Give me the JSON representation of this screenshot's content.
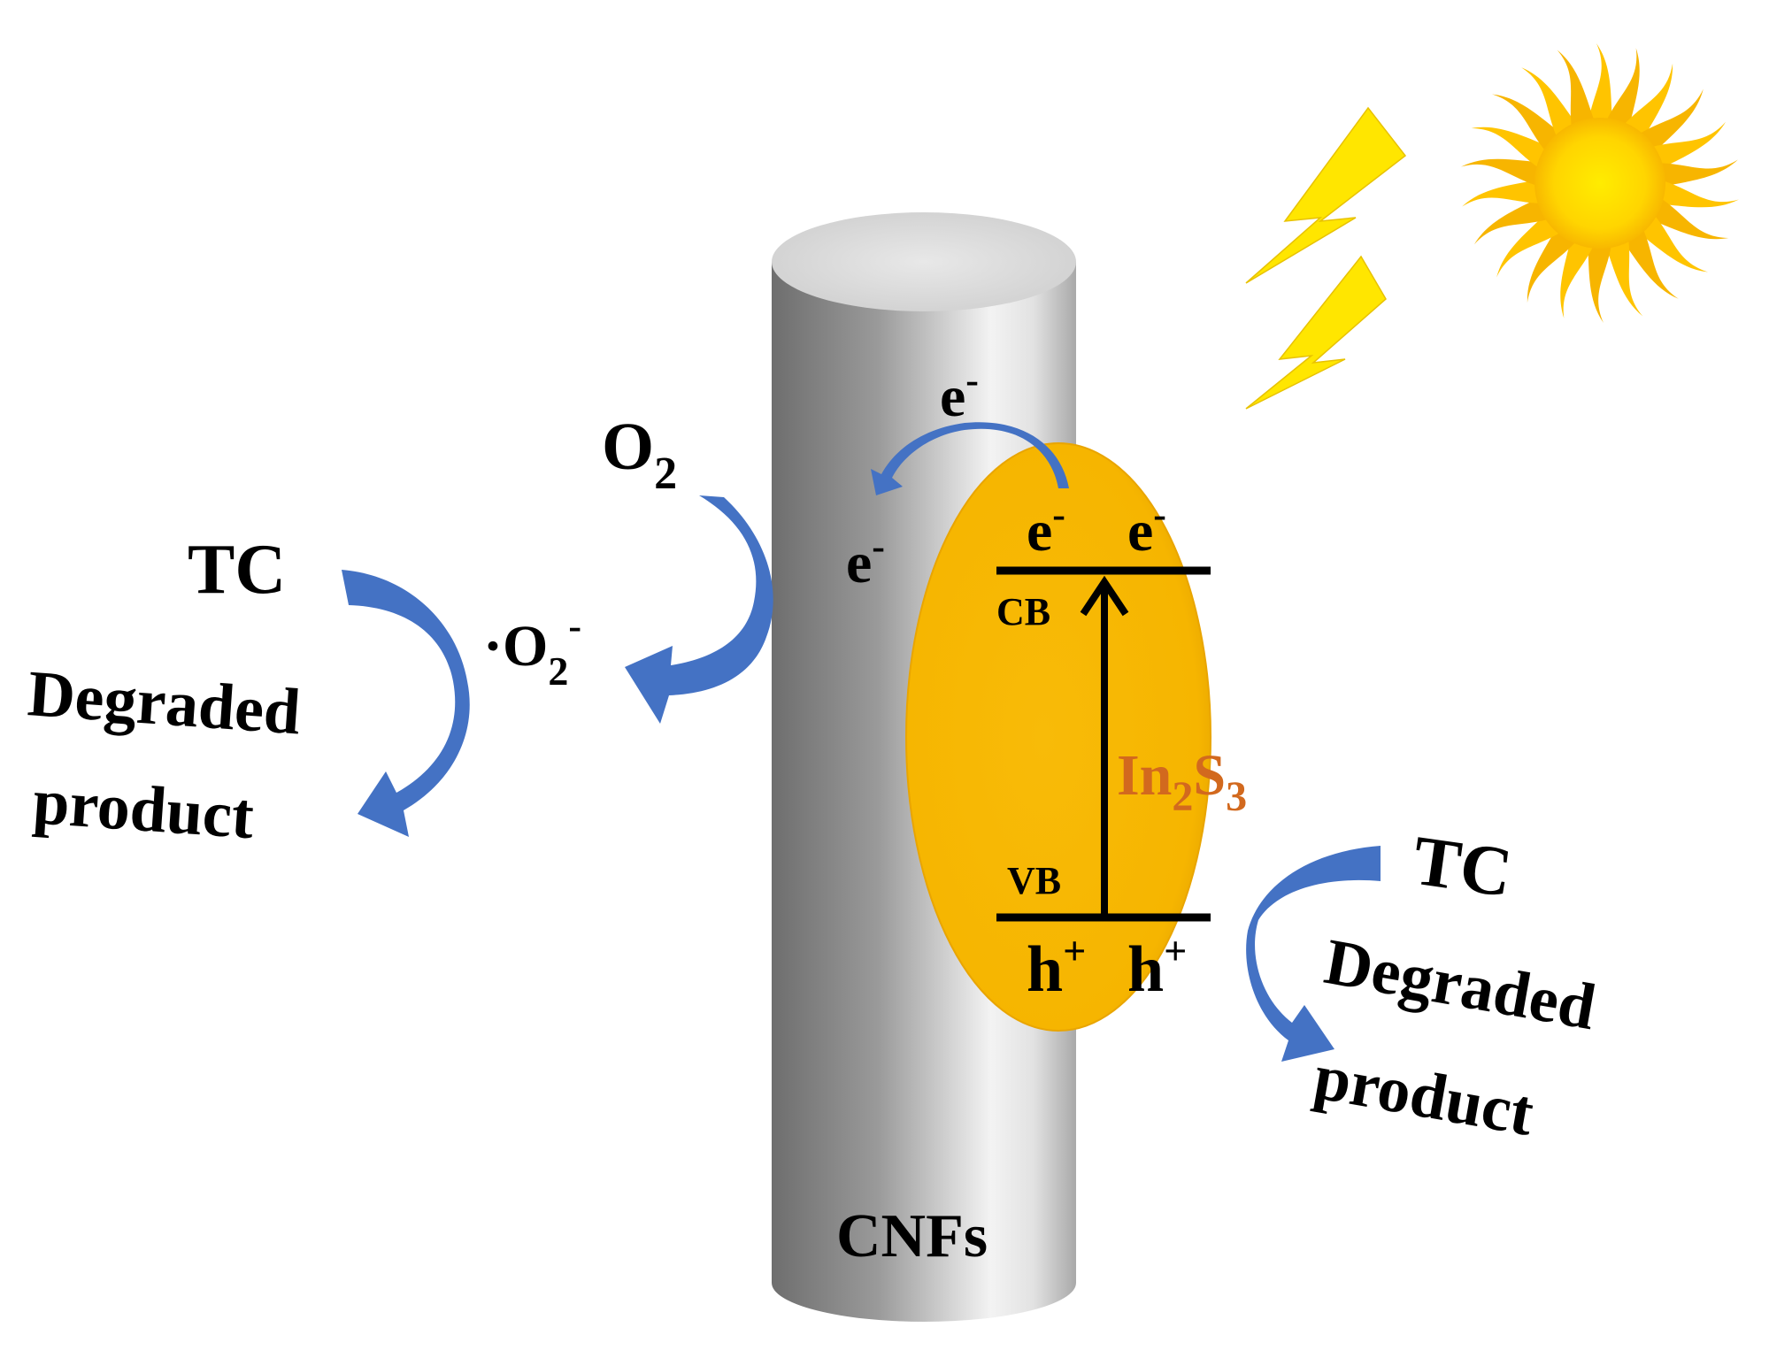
{
  "labels": {
    "cnfs": "CNFs",
    "in2s3_base1": "In",
    "in2s3_sub1": "2",
    "in2s3_base2": "S",
    "in2s3_sub2": "3",
    "cb": "CB",
    "vb": "VB",
    "electron_base": "e",
    "electron_sup": "-",
    "hole_base": "h",
    "hole_sup": "+",
    "o2_base": "O",
    "o2_sub": "2",
    "superoxide_prefix": "·O",
    "superoxide_sub": "2",
    "superoxide_sup": "-",
    "tc_left": "TC",
    "tc_right": "TC",
    "degraded_left": "Degraded",
    "product_left": "product",
    "degraded_right": "Degraded",
    "product_right": "product"
  },
  "colors": {
    "cylinder_dark": "#6f6f6f",
    "cylinder_light": "#f4f4f4",
    "particle": "#f8bb08",
    "particle_label": "#d2691e",
    "arrow_blue": "#4472c4",
    "bolt": "#ffe600",
    "sun_core": "#ffd700",
    "sun_ray": "#f7b500",
    "text": "#000000"
  },
  "icons": {
    "sun": "sun-icon",
    "lightning": "lightning-bolt-icon",
    "arrows": "curved-arrow-icon"
  }
}
